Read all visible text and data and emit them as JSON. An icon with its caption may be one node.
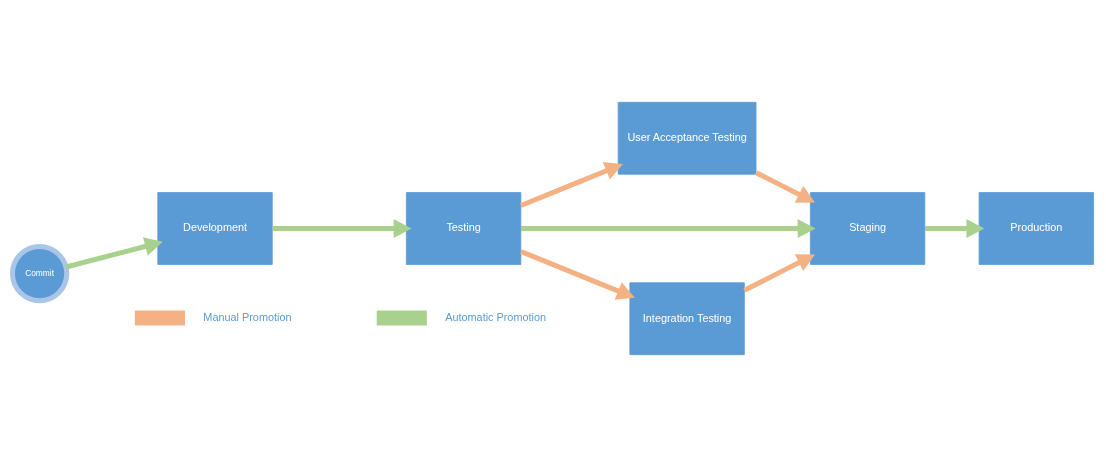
{
  "diagram": {
    "nodes": [
      {
        "text": [
          "Commit"
        ]
      },
      {
        "text": [
          "Development"
        ]
      },
      {
        "text": [
          "Testing"
        ]
      },
      {
        "text": [
          "User Acceptance Testing"
        ]
      },
      {
        "text": [
          "Staging"
        ]
      },
      {
        "text": [
          "Production"
        ]
      },
      {
        "text": [
          "Integration Testing"
        ]
      }
    ],
    "edges": [
      {
        "from": 0,
        "to": 1,
        "arrow": "to"
      },
      {
        "from": 1,
        "to": 2,
        "arrow": "to"
      },
      {
        "from": 2,
        "to": 3,
        "arrow": "to",
        "color": "#f4b183"
      },
      {
        "from": 2,
        "to": 4,
        "arrow": "to"
      },
      {
        "from": 2,
        "to": 6,
        "arrow": "to",
        "color": "#f4b183"
      },
      {
        "from": 3,
        "to": 4,
        "arrow": "to",
        "color": "#f4b183"
      },
      {
        "from": 6,
        "to": 4,
        "arrow": "to",
        "color": "#f4b183"
      },
      {
        "from": 4,
        "to": 5,
        "arrow": "to"
      }
    ],
    "legend": [
      {
        "text": "Manual Promotion",
        "color": "#f4b183"
      },
      {
        "text": "Automatic Promotion",
        "color": "#a9d18e"
      }
    ]
  }
}
